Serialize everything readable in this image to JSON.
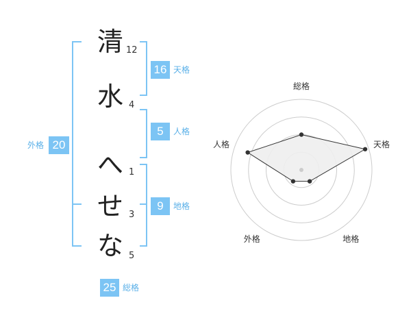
{
  "name": {
    "chars": [
      {
        "char": "清",
        "strokes": "12"
      },
      {
        "char": "水",
        "strokes": "4"
      },
      {
        "char": "へ",
        "strokes": "1"
      },
      {
        "char": "せ",
        "strokes": "3"
      },
      {
        "char": "な",
        "strokes": "5"
      }
    ]
  },
  "fortune": {
    "tenkaku": {
      "value": "16",
      "label": "天格"
    },
    "jinkaku": {
      "value": "5",
      "label": "人格"
    },
    "chikaku": {
      "value": "9",
      "label": "地格"
    },
    "gaikaku": {
      "value": "20",
      "label": "外格"
    },
    "soukaku": {
      "value": "25",
      "label": "総格"
    }
  },
  "chart_data": {
    "type": "radar",
    "axes": [
      "総格",
      "天格",
      "地格",
      "外格",
      "人格"
    ],
    "values": [
      0.5,
      0.95,
      0.2,
      0.2,
      0.8
    ],
    "rings": 4,
    "colors": {
      "fill": "#eeeeee",
      "line": "#333333",
      "grid": "#cccccc",
      "accent": "#7cc4f4"
    }
  }
}
